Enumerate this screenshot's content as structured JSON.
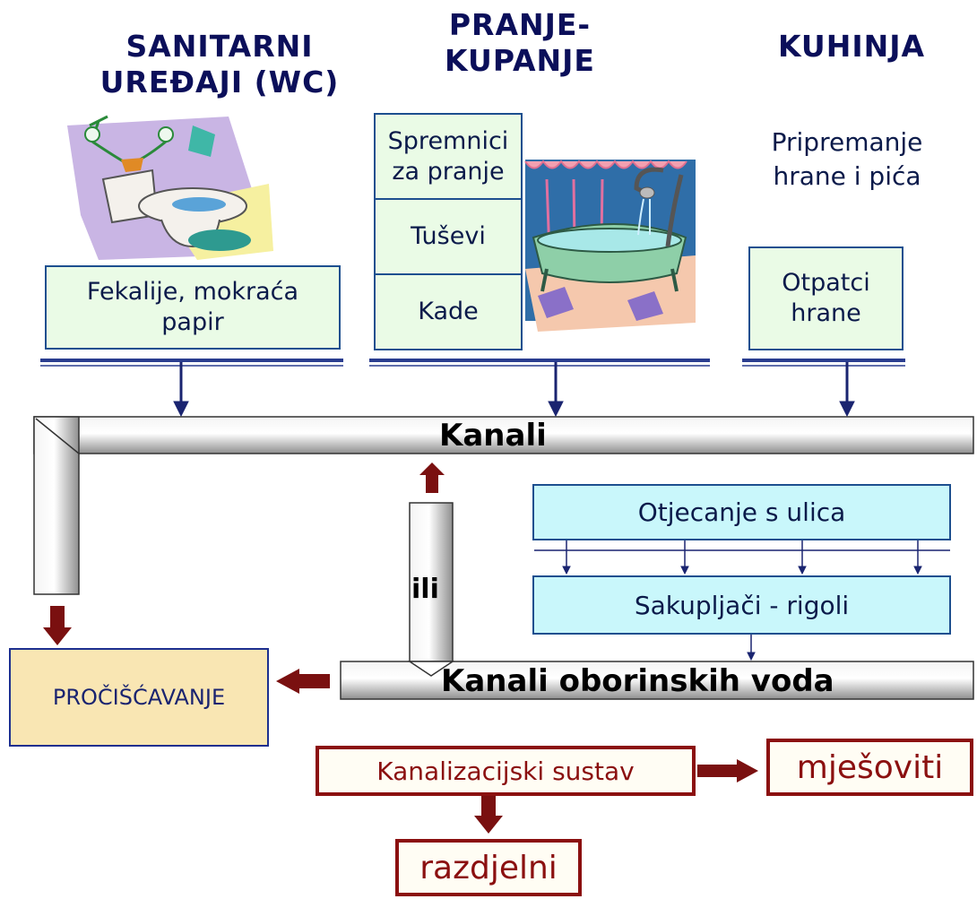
{
  "headings": {
    "sanitarni": [
      "SANITARNI",
      "UREĐAJI (WC)"
    ],
    "pranje": [
      "PRANJE-",
      "KUPANJE"
    ],
    "kuhinja": "KUHINJA"
  },
  "sanitarni_box": "Fekalije, mokraća papir",
  "pranje_items": [
    "Spremnici za pranje",
    "Tuševi",
    "Kade"
  ],
  "kuhinja_text": "Pripremanje hrane i pića",
  "kuhinja_box": "Otpatci hrane",
  "pipes": {
    "main": "Kanali",
    "or_label": "ili",
    "storm": "Kanali oborinskih voda"
  },
  "runoff": "Otjecanje s ulica",
  "collectors": "Sakupljači - rigoli",
  "treatment": "PROČIŠĆAVANJE",
  "system": {
    "label": "Kanalizacijski sustav",
    "mixed": "mješoviti",
    "separate": "razdjelni"
  }
}
